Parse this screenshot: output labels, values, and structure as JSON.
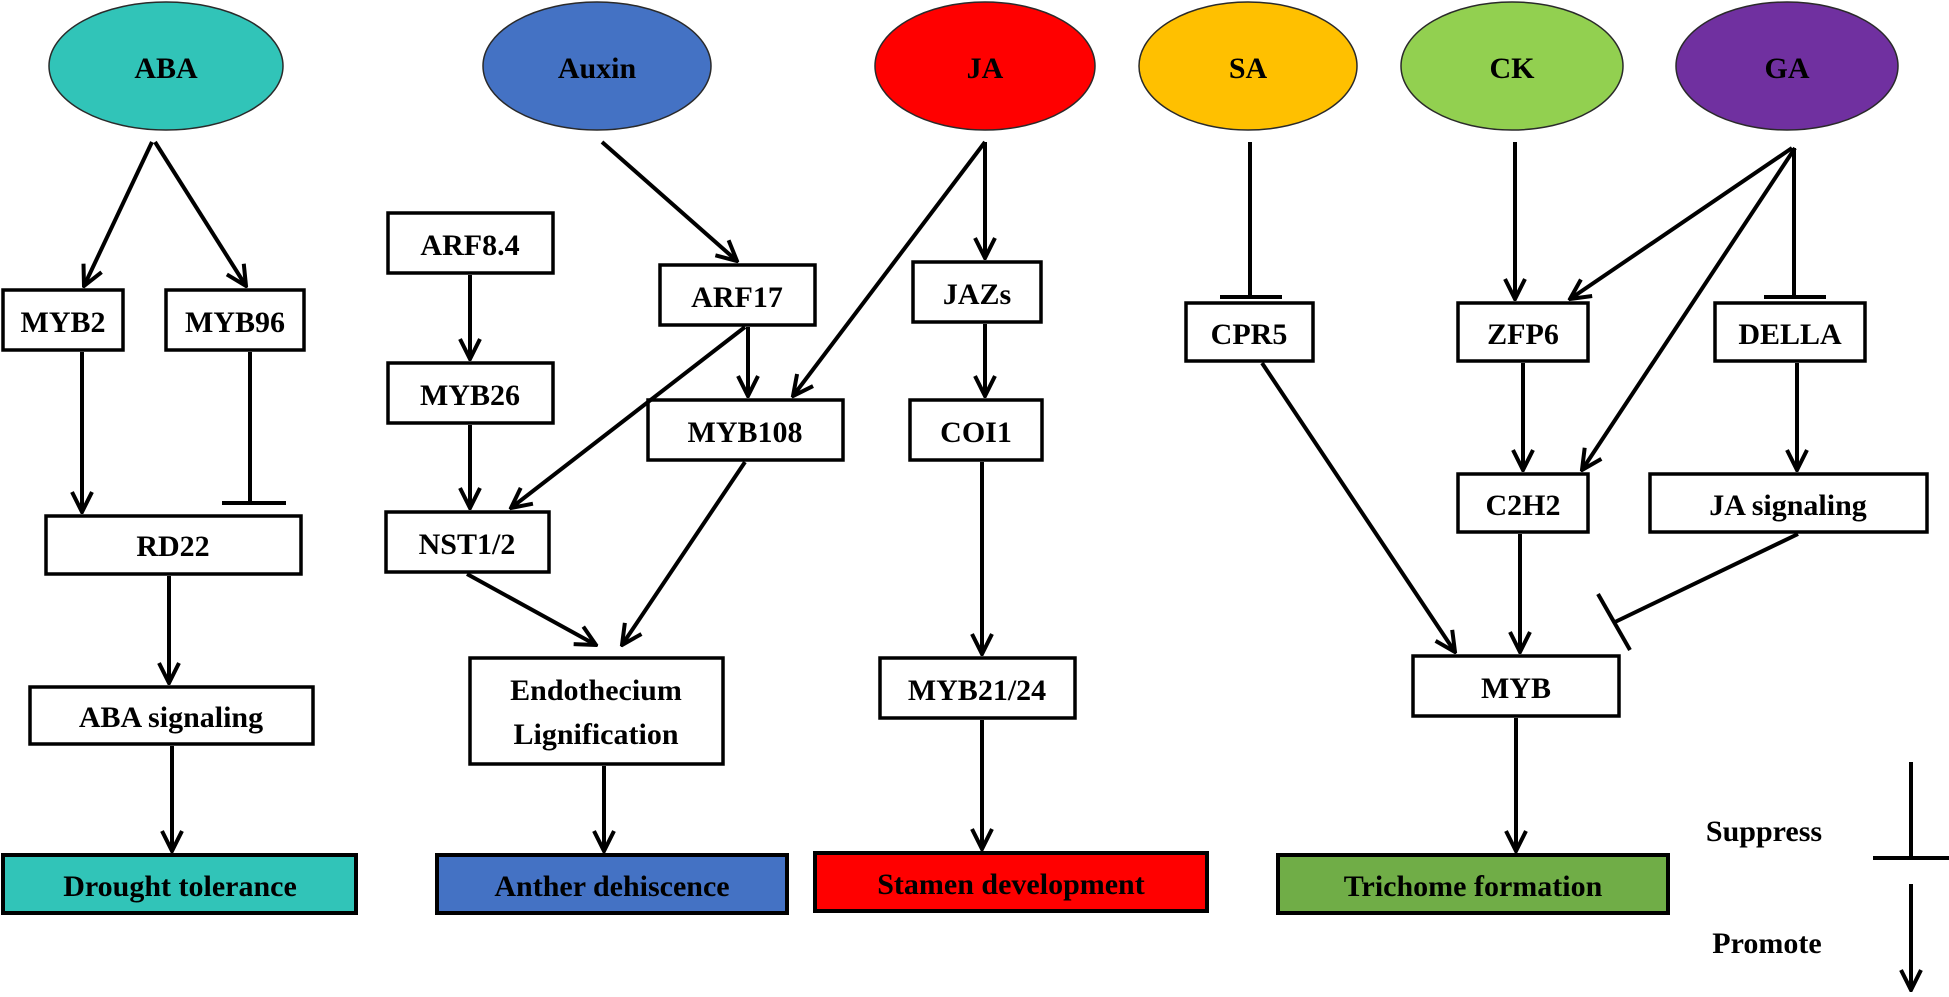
{
  "colors": {
    "aba": "#31c4b8",
    "auxin": "#4472c4",
    "ja": "#ff0000",
    "sa": "#ffc000",
    "ck": "#92d050",
    "ga": "#7030a0",
    "drought": "#31c4b8",
    "anther": "#4472c4",
    "stamen": "#ff0000",
    "trichome": "#70ad47"
  },
  "hormones": {
    "aba": "ABA",
    "auxin": "Auxin",
    "ja": "JA",
    "sa": "SA",
    "ck": "CK",
    "ga": "GA"
  },
  "genes": {
    "myb2": "MYB2",
    "myb96": "MYB96",
    "rd22": "RD22",
    "aba_signaling": "ABA signaling",
    "arf84": "ARF8.4",
    "myb26": "MYB26",
    "nst12": "NST1/2",
    "arf17": "ARF17",
    "myb108": "MYB108",
    "endothecium_1": "Endothecium",
    "endothecium_2": "Lignification",
    "jazs": "JAZs",
    "coi1": "COI1",
    "myb2124": "MYB21/24",
    "cpr5": "CPR5",
    "zfp6": "ZFP6",
    "c2h2": "C2H2",
    "della": "DELLA",
    "ja_signaling": "JA signaling",
    "myb": "MYB"
  },
  "outcomes": {
    "drought": "Drought tolerance",
    "anther": "Anther dehiscence",
    "stamen": "Stamen development",
    "trichome": "Trichome formation"
  },
  "legend": {
    "suppress": "Suppress",
    "promote": "Promote"
  }
}
